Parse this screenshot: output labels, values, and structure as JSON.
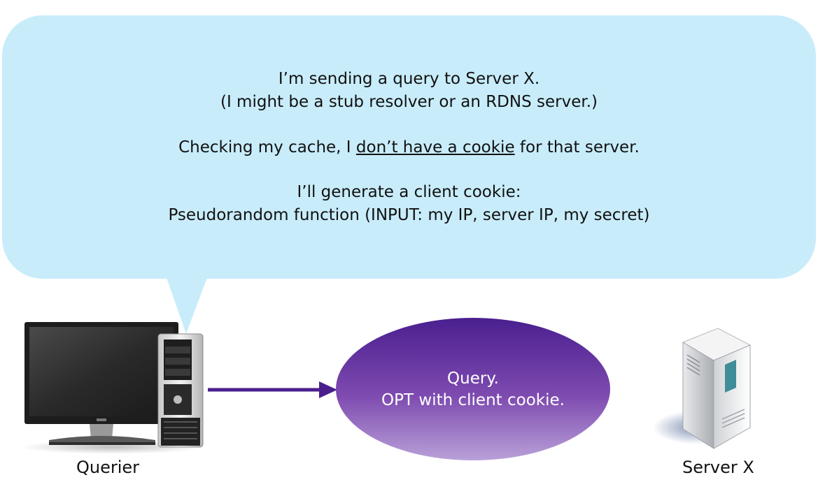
{
  "bubble": {
    "para1": {
      "line1": "I’m sending a query to Server X.",
      "line2": "(I might be a stub resolver or an RDNS server.)"
    },
    "para2": {
      "before": "Checking my cache, I ",
      "underlined": "don’t have a cookie",
      "after": " for that server."
    },
    "para3": {
      "line1": "I’ll generate a client cookie:",
      "line2": "Pseudorandom function (INPUT: my IP, server IP, my secret)"
    }
  },
  "message": {
    "line1": "Query.",
    "line2": "OPT with client cookie."
  },
  "labels": {
    "querier": "Querier",
    "server": "Server X"
  },
  "colors": {
    "bubble": "#c8ecfa",
    "ellipse_top": "#4a1f8f",
    "ellipse_bottom": "#b79ad6",
    "arrow": "#4b1e8e"
  },
  "icons": {
    "querier": "desktop-computer-icon",
    "server": "server-tower-icon"
  }
}
